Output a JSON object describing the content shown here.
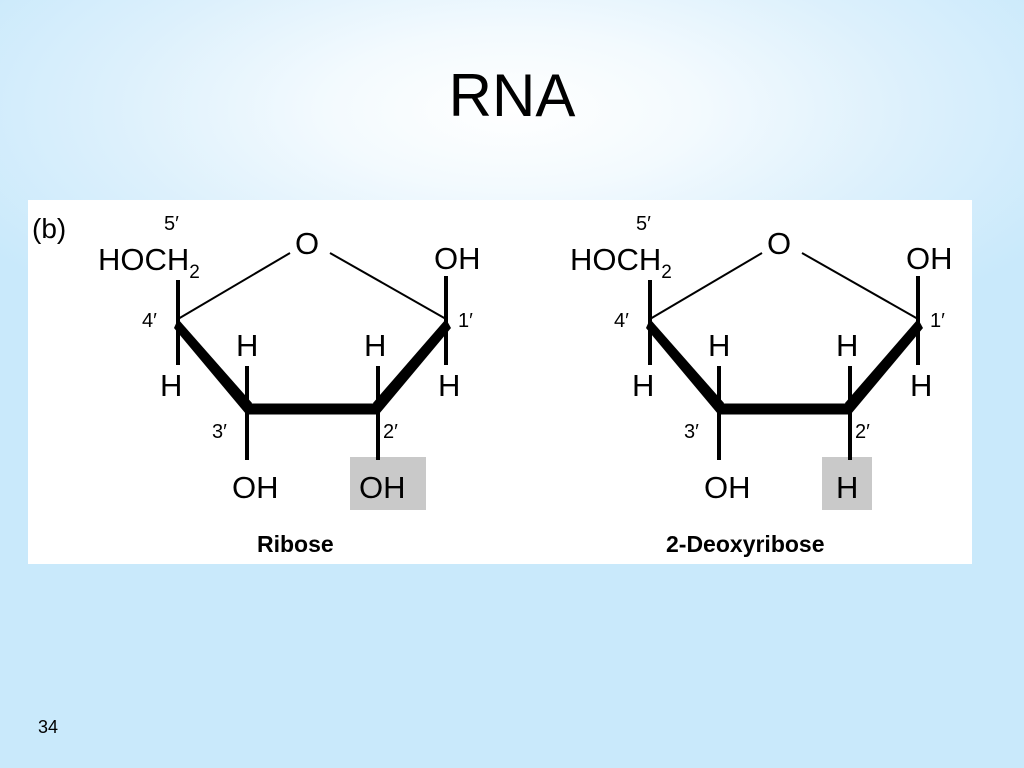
{
  "slide": {
    "title": "RNA",
    "page_number": "34"
  },
  "figure": {
    "panel_label": "(b)",
    "molecules": [
      {
        "name": "Ribose",
        "ring_oxygen": "O",
        "hoch2_main": "HOCH",
        "hoch2_subscript": "2",
        "c1_oh": "OH",
        "c1_h": "H",
        "c4_h": "H",
        "c3_h": "H",
        "c2_h": "H",
        "c3_oh": "OH",
        "c2_substituent": "OH",
        "carbon_labels": {
          "c1": "1′",
          "c2": "2′",
          "c3": "3′",
          "c4": "4′",
          "c5": "5′"
        }
      },
      {
        "name": "2-Deoxyribose",
        "ring_oxygen": "O",
        "hoch2_main": "HOCH",
        "hoch2_subscript": "2",
        "c1_oh": "OH",
        "c1_h": "H",
        "c4_h": "H",
        "c3_h": "H",
        "c2_h": "H",
        "c3_oh": "OH",
        "c2_substituent": "H",
        "carbon_labels": {
          "c1": "1′",
          "c2": "2′",
          "c3": "3′",
          "c4": "4′",
          "c5": "5′"
        }
      }
    ],
    "colors": {
      "highlight": "#c9c9c9",
      "bond": "#000000"
    }
  }
}
